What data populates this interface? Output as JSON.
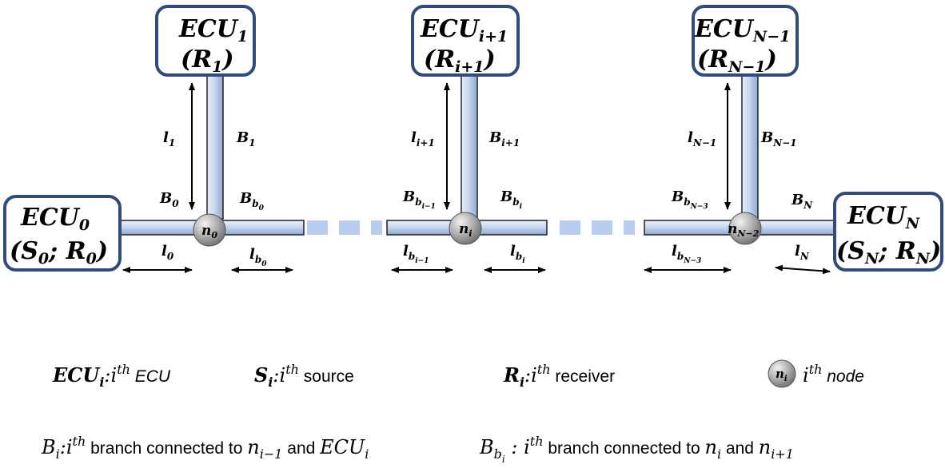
{
  "ecus": {
    "ecu1": {
      "name": "ECU",
      "sub": "1",
      "role": "R",
      "role_sub": "1"
    },
    "ecu_i1": {
      "name": "ECU",
      "sub": "i+1",
      "role": "R",
      "role_sub": "i+1"
    },
    "ecu_n1": {
      "name": "ECU",
      "sub": "N−1",
      "role": "R",
      "role_sub": "N−1"
    },
    "ecu0": {
      "name": "ECU",
      "sub": "0",
      "role1": "S",
      "role1_sub": "0",
      "role2": "R",
      "role2_sub": "0"
    },
    "ecuN": {
      "name": "ECU",
      "sub": "N",
      "role1": "S",
      "role1_sub": "N",
      "role2": "R",
      "role2_sub": "N"
    }
  },
  "nodes": {
    "n0": {
      "base": "n",
      "sub": "0"
    },
    "ni": {
      "base": "n",
      "sub": "i"
    },
    "nN2": {
      "base": "n",
      "sub": "N−2"
    }
  },
  "labels": {
    "l1": {
      "base": "l",
      "sub": "1"
    },
    "B1": {
      "base": "B",
      "sub": "1"
    },
    "B0": {
      "base": "B",
      "sub": "0"
    },
    "Bb0": {
      "base": "B",
      "sub": "b",
      "subsub": "0"
    },
    "l0": {
      "base": "l",
      "sub": "0"
    },
    "lb0": {
      "base": "l",
      "sub": "b",
      "subsub": "0"
    },
    "li1": {
      "base": "l",
      "sub": "i+1"
    },
    "Bi1": {
      "base": "B",
      "sub": "i+1"
    },
    "Bbi_1": {
      "base": "B",
      "sub": "b",
      "subsub": "i−1"
    },
    "Bbi": {
      "base": "B",
      "sub": "b",
      "subsub": "i"
    },
    "lbi_1": {
      "base": "l",
      "sub": "b",
      "subsub": "i−1"
    },
    "lbi": {
      "base": "l",
      "sub": "b",
      "subsub": "i"
    },
    "lN1": {
      "base": "l",
      "sub": "N−1"
    },
    "BN1": {
      "base": "B",
      "sub": "N−1"
    },
    "BbN3": {
      "base": "B",
      "sub": "b",
      "subsub": "N−3"
    },
    "BN": {
      "base": "B",
      "sub": "N"
    },
    "lbN3": {
      "base": "l",
      "sub": "b",
      "subsub": "N−3"
    },
    "lN": {
      "base": "l",
      "sub": "N"
    }
  },
  "legend": {
    "ecu": {
      "sym": "ECU",
      "sub": "i",
      "colon": ":",
      "i": "i",
      "sup": "th",
      "text": " ECU"
    },
    "source": {
      "sym": "S",
      "sub": "i",
      "colon": ":",
      "i": "i",
      "sup": "th",
      "text": " source"
    },
    "receiver": {
      "sym": "R",
      "sub": "i",
      "colon": ":",
      "i": "i",
      "sup": "th",
      "text": " receiver"
    },
    "node": {
      "sym": "n",
      "sub": "i",
      "i": "i",
      "sup": "th",
      "text": " node"
    },
    "branch": {
      "sym": "B",
      "sub": "i",
      "colon": ":",
      "i": "i",
      "sup": "th",
      "text1": " branch connected to ",
      "n": "n",
      "nsub": "i−1",
      "and": " and ",
      "ecu": "ECU",
      "ecusub": "i"
    },
    "bbranch": {
      "sym": "B",
      "sub": "b",
      "subsub": "i",
      "colon": " : ",
      "i": "i",
      "sup": "th",
      "text1": " branch connected to ",
      "n1": "n",
      "n1sub": "i",
      "and": "  and ",
      "n2": "n",
      "n2sub": "i+1"
    }
  }
}
